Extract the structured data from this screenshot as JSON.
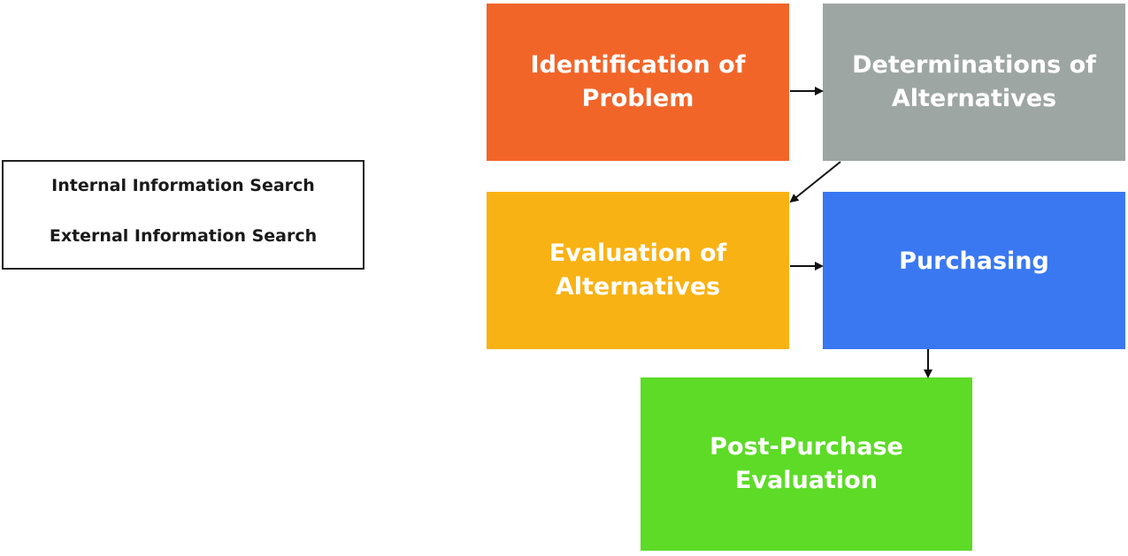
{
  "search_box": {
    "internal": "Internal Information Search",
    "external": "External Information Search"
  },
  "steps": [
    {
      "label": "Identification of\nProblem",
      "color": "#f26529"
    },
    {
      "label": "Determinations of\nAlternatives",
      "color": "#9ea6a3"
    },
    {
      "label": "Evaluation of\nAlternatives",
      "color": "#f9b214"
    },
    {
      "label": "Purchasing",
      "color": "#3a78f2"
    },
    {
      "label": "Post-Purchase\nEvaluation",
      "color": "#5ddb27"
    }
  ],
  "connections": [
    {
      "from": "Identification of Problem",
      "to": "Determinations of Alternatives"
    },
    {
      "from": "Determinations of Alternatives",
      "to": "Evaluation of Alternatives"
    },
    {
      "from": "Evaluation of Alternatives",
      "to": "Purchasing"
    },
    {
      "from": "Purchasing",
      "to": "Post-Purchase Evaluation"
    }
  ]
}
